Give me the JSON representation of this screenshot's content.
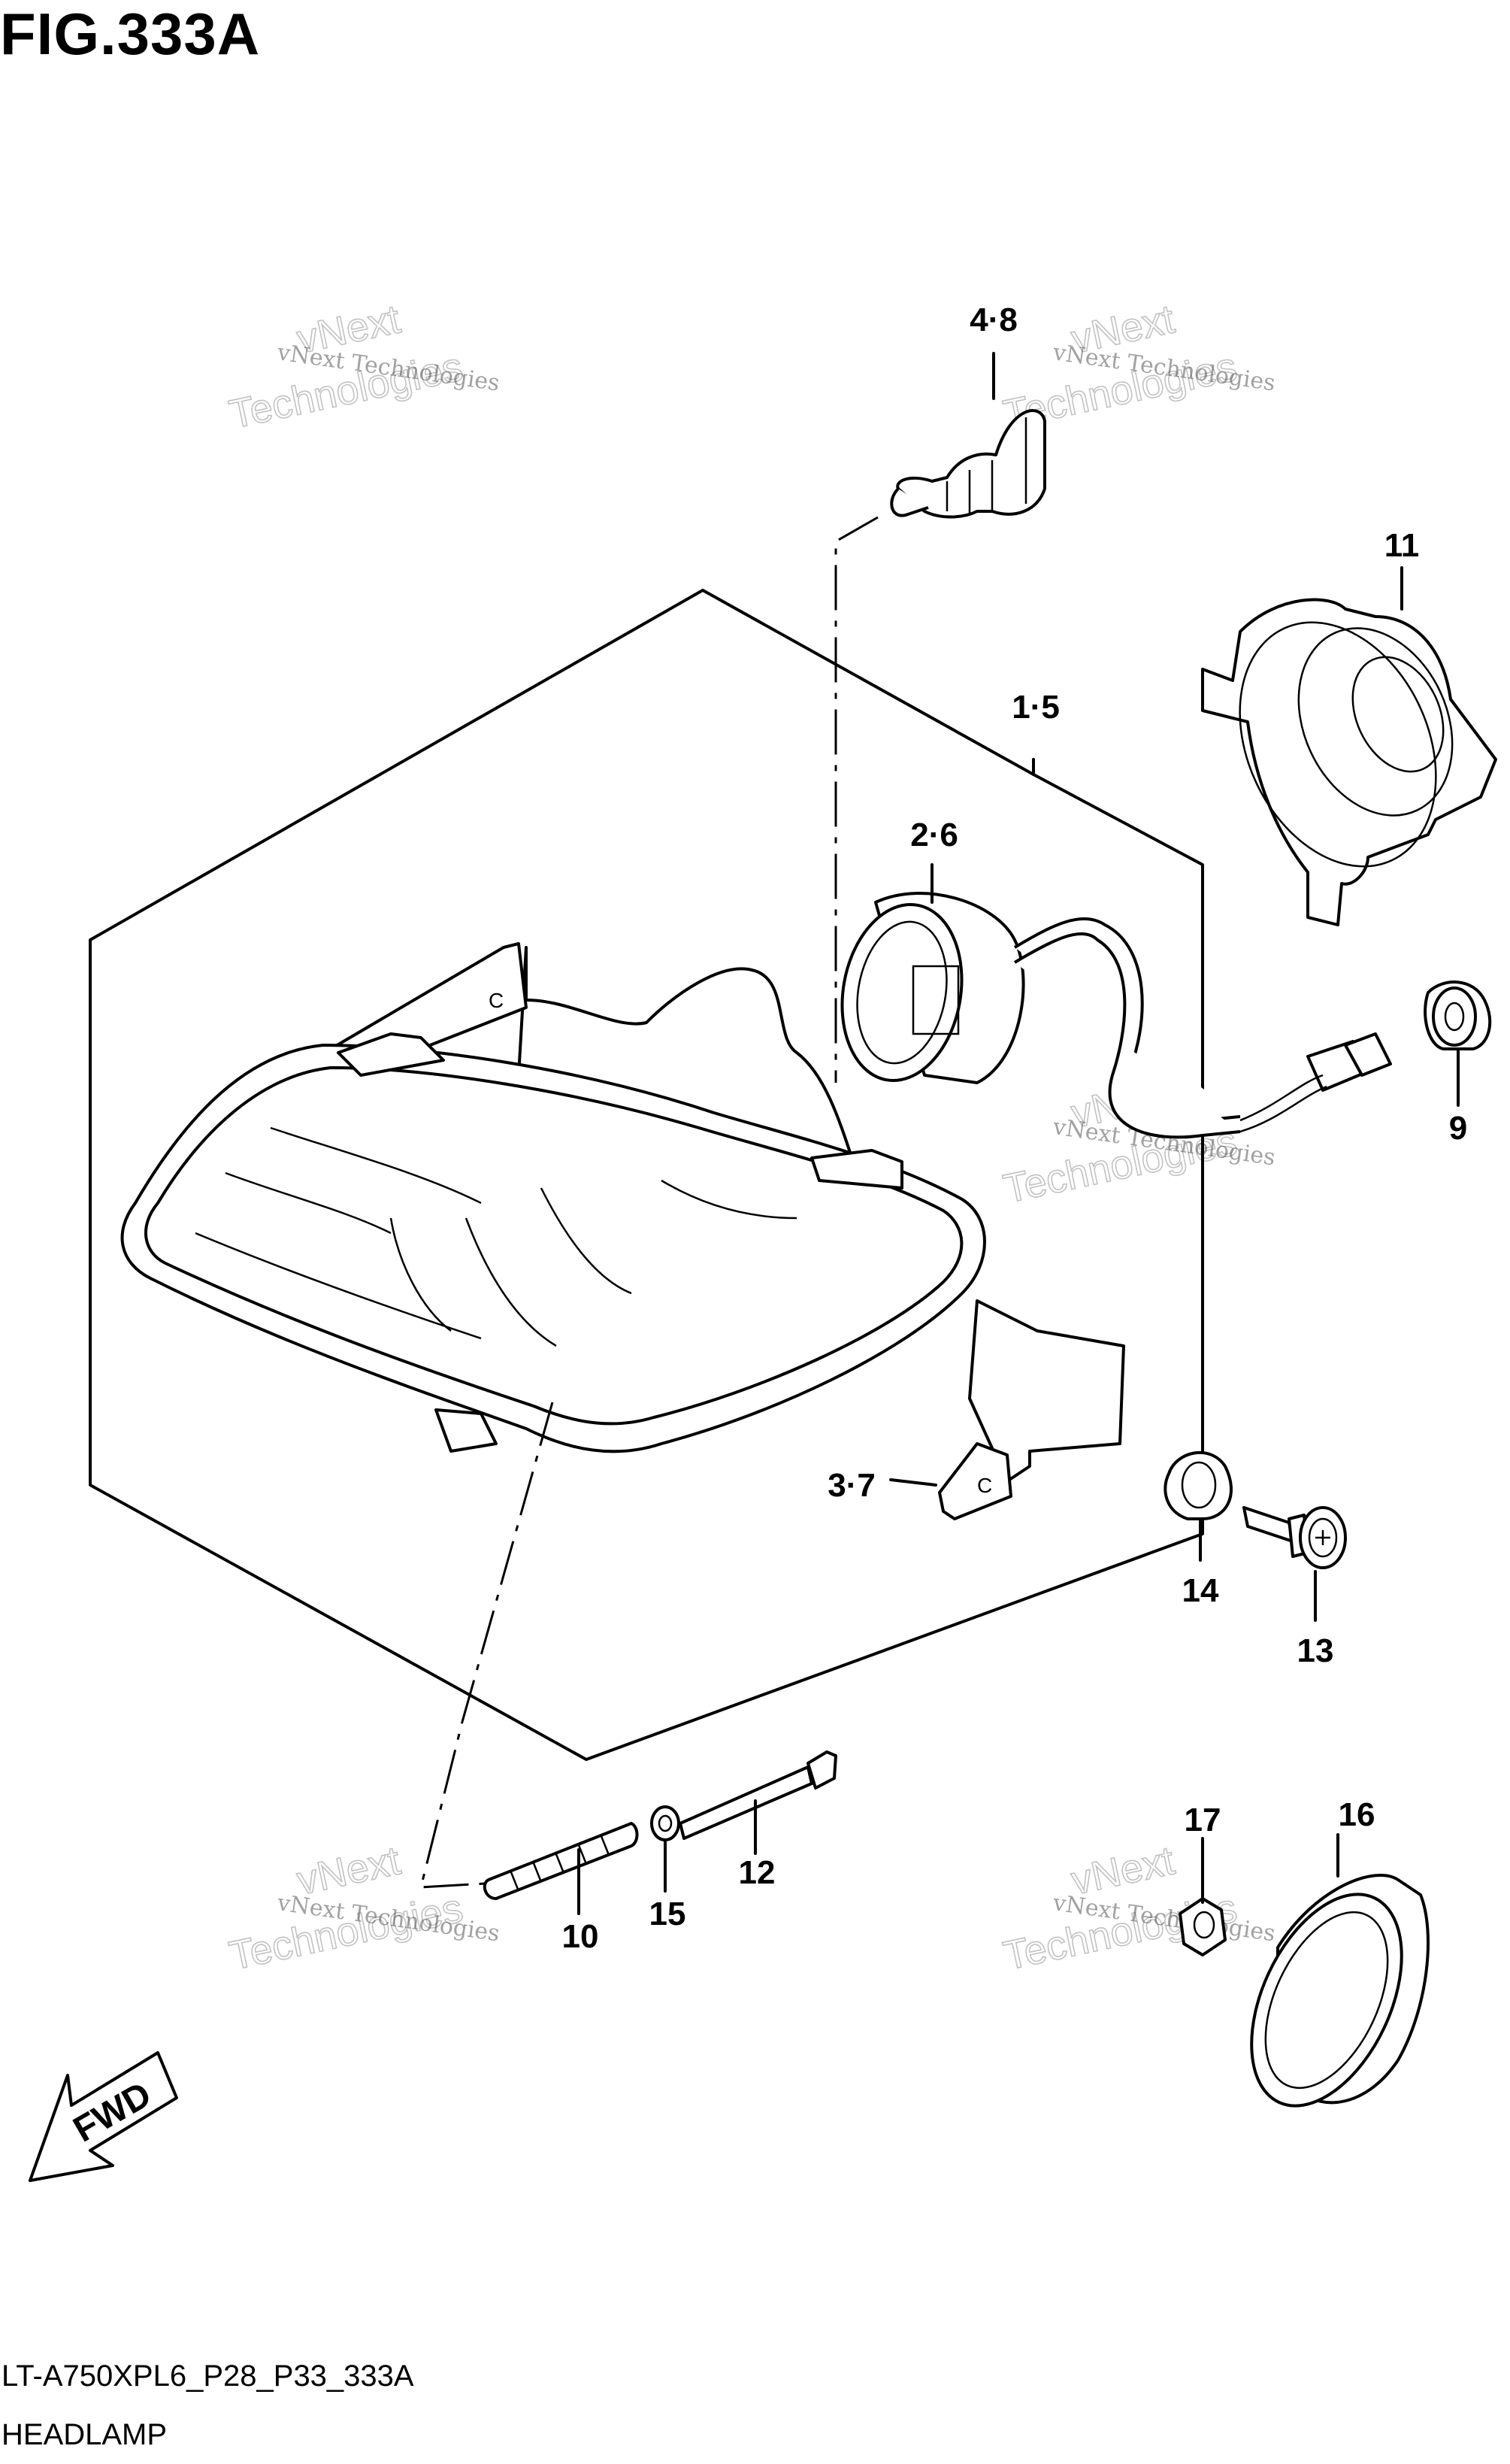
{
  "figure": {
    "title": "FIG.333A",
    "code": "LT-A750XPL6_P28_P33_333A",
    "name": "HEADLAMP"
  },
  "watermark": {
    "line1": "vNext Technologies",
    "line2": "vNext",
    "line3": "Technologies"
  },
  "callouts": {
    "c48": "4·8",
    "c11": "11",
    "c15": "1·5",
    "c26": "2·6",
    "c9": "9",
    "c37": "3·7",
    "c14": "14",
    "c13": "13",
    "c12": "12",
    "c10": "10",
    "c15b": "15",
    "c17": "17",
    "c16": "16"
  },
  "fwd_label": "FWD"
}
